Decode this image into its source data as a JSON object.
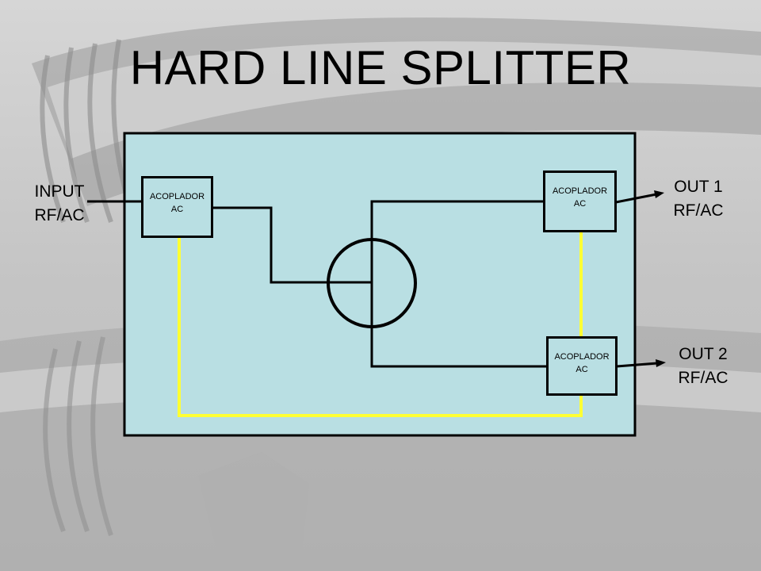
{
  "title": "HARD LINE SPLITTER",
  "input_label": {
    "line1": "INPUT",
    "line2": "RF/AC"
  },
  "out1_label": {
    "line1": "OUT 1",
    "line2": "RF/AC"
  },
  "out2_label": {
    "line1": "OUT 2",
    "line2": "RF/AC"
  },
  "couplers": [
    {
      "line1": "ACOPLADOR",
      "line2": "AC"
    },
    {
      "line1": "ACOPLADOR",
      "line2": "AC"
    },
    {
      "line1": "ACOPLADOR",
      "line2": "AC"
    }
  ],
  "colors": {
    "enclosure_fill": "#b9dfe3",
    "ac_path": "#ffff33",
    "rf_path": "#000000"
  }
}
